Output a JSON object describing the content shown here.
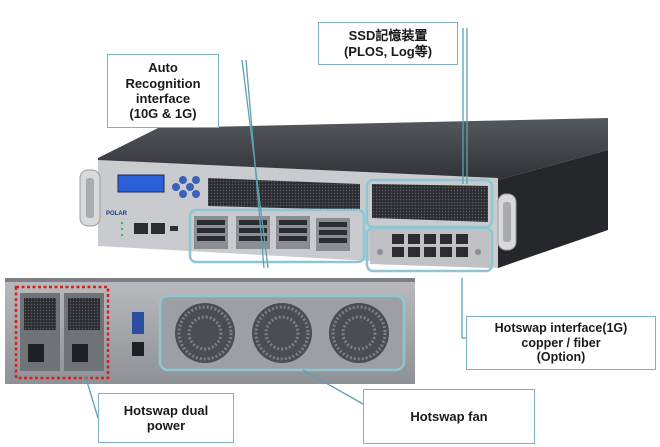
{
  "callouts": {
    "auto_recognition": "Auto\nRecognition\ninterface\n(10G & 1G)",
    "ssd": "SSD記憶装置\n(PLOS, Log等)",
    "hotswap_interface": "Hotswap interface(1G)\ncopper / fiber\n(Option)",
    "hotswap_dual_power": "Hotswap dual\npower",
    "hotswap_fan": "Hotswap fan"
  },
  "device": {
    "brand": "POLAR"
  },
  "colors": {
    "highlight": "#8ec6d4",
    "leader": "#5f9fb3",
    "power_outline": "#d42020",
    "chassis": "#3a3d42",
    "front_panel": "#c9cbce"
  }
}
